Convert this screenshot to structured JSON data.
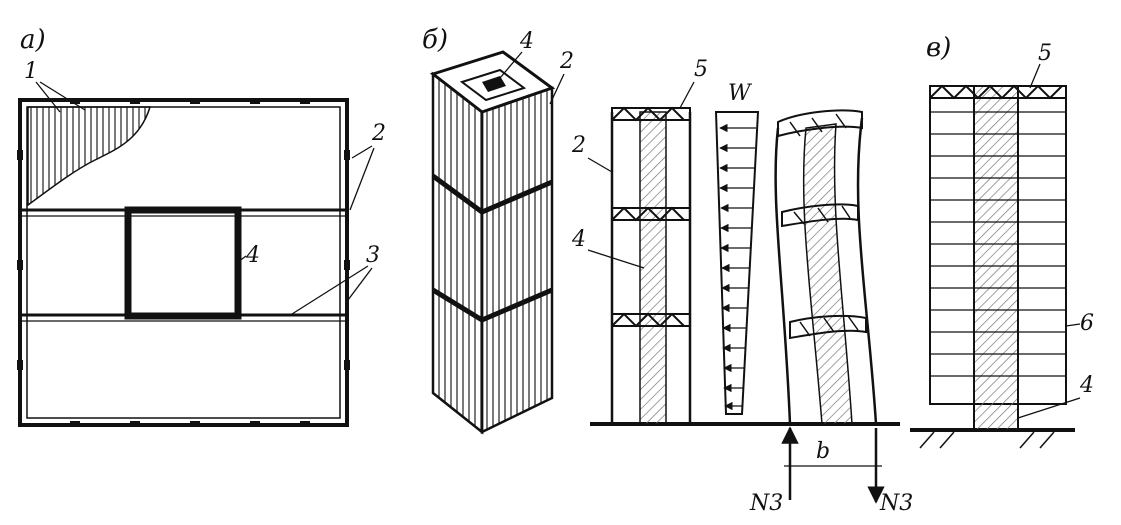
{
  "figure": {
    "panels": {
      "a": {
        "label": "a)"
      },
      "b": {
        "label": "б)"
      },
      "c": {
        "label": "в)"
      }
    },
    "callouts": {
      "n1": "1",
      "n2": "2",
      "n3": "3",
      "n4": "4",
      "n5": "5",
      "n6": "6"
    },
    "symbols": {
      "wind": "W",
      "reaction_left": "N3",
      "reaction_right": "N3",
      "base": "b"
    },
    "colors": {
      "ink": "#111111",
      "hatch": "#888888",
      "paper": "#ffffff"
    }
  }
}
